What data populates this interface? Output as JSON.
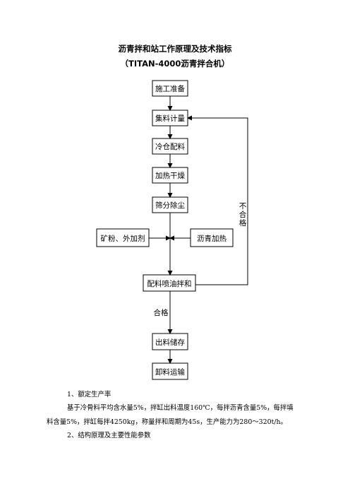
{
  "document": {
    "title": "沥青拌和站工作原理及技术指标",
    "subtitle": "（TITAN-4000沥青拌合机）"
  },
  "flowchart": {
    "nodes": {
      "prep": "施工准备",
      "metering": "集料计量",
      "cold_bin": "冷仓配料",
      "drying": "加热干燥",
      "screening": "筛分除尘",
      "mineral_powder": "矿粉、外加剂",
      "asphalt_heating": "沥青加热",
      "mixing": "配料喷油拌和",
      "storage": "出料储存",
      "transport": "卸料运输"
    },
    "labels": {
      "qualified": "合格",
      "unqualified_1": "不",
      "unqualified_2": "合",
      "unqualified_3": "格"
    }
  },
  "body": {
    "section1_heading": "1、额定生产率",
    "section1_line1": "基于冷骨料平均含水量5%，拌缸出料温度160℃，每拌沥青含量5%，每拌填",
    "section1_line2": "料含量5%，拌缸每拌4250kg，称量拌和周期为45s，生产能力为280～320t/h。",
    "section2_heading": "2、结构原理及主要性能参数"
  }
}
